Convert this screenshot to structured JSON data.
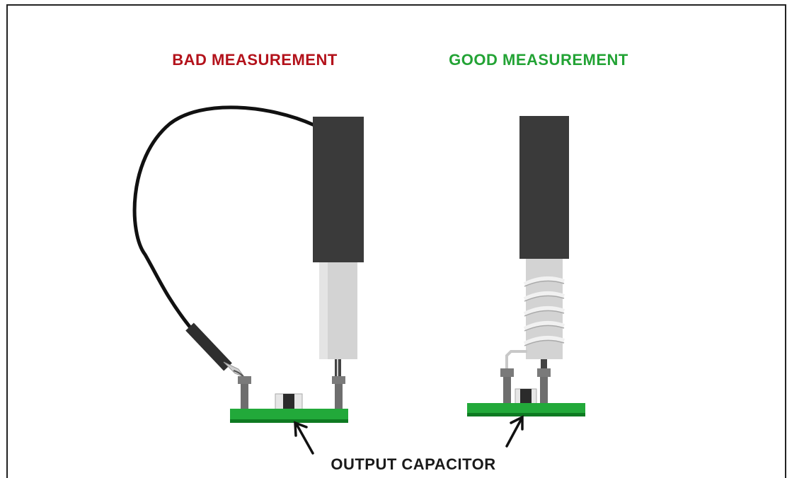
{
  "labels": {
    "bad": "BAD MEASUREMENT",
    "good": "GOOD MEASUREMENT",
    "capacitor": "OUTPUT CAPACITOR"
  },
  "colors": {
    "bad": "#b3121b",
    "good": "#23a335",
    "probe_body": "#3a3a3a",
    "probe_sleeve": "#d3d3d3",
    "pcb": "#22a93a",
    "pcb_edge": "#0e7a22",
    "pin": "#6e6e6e",
    "wire": "#111111",
    "text": "#1a1a1a"
  }
}
